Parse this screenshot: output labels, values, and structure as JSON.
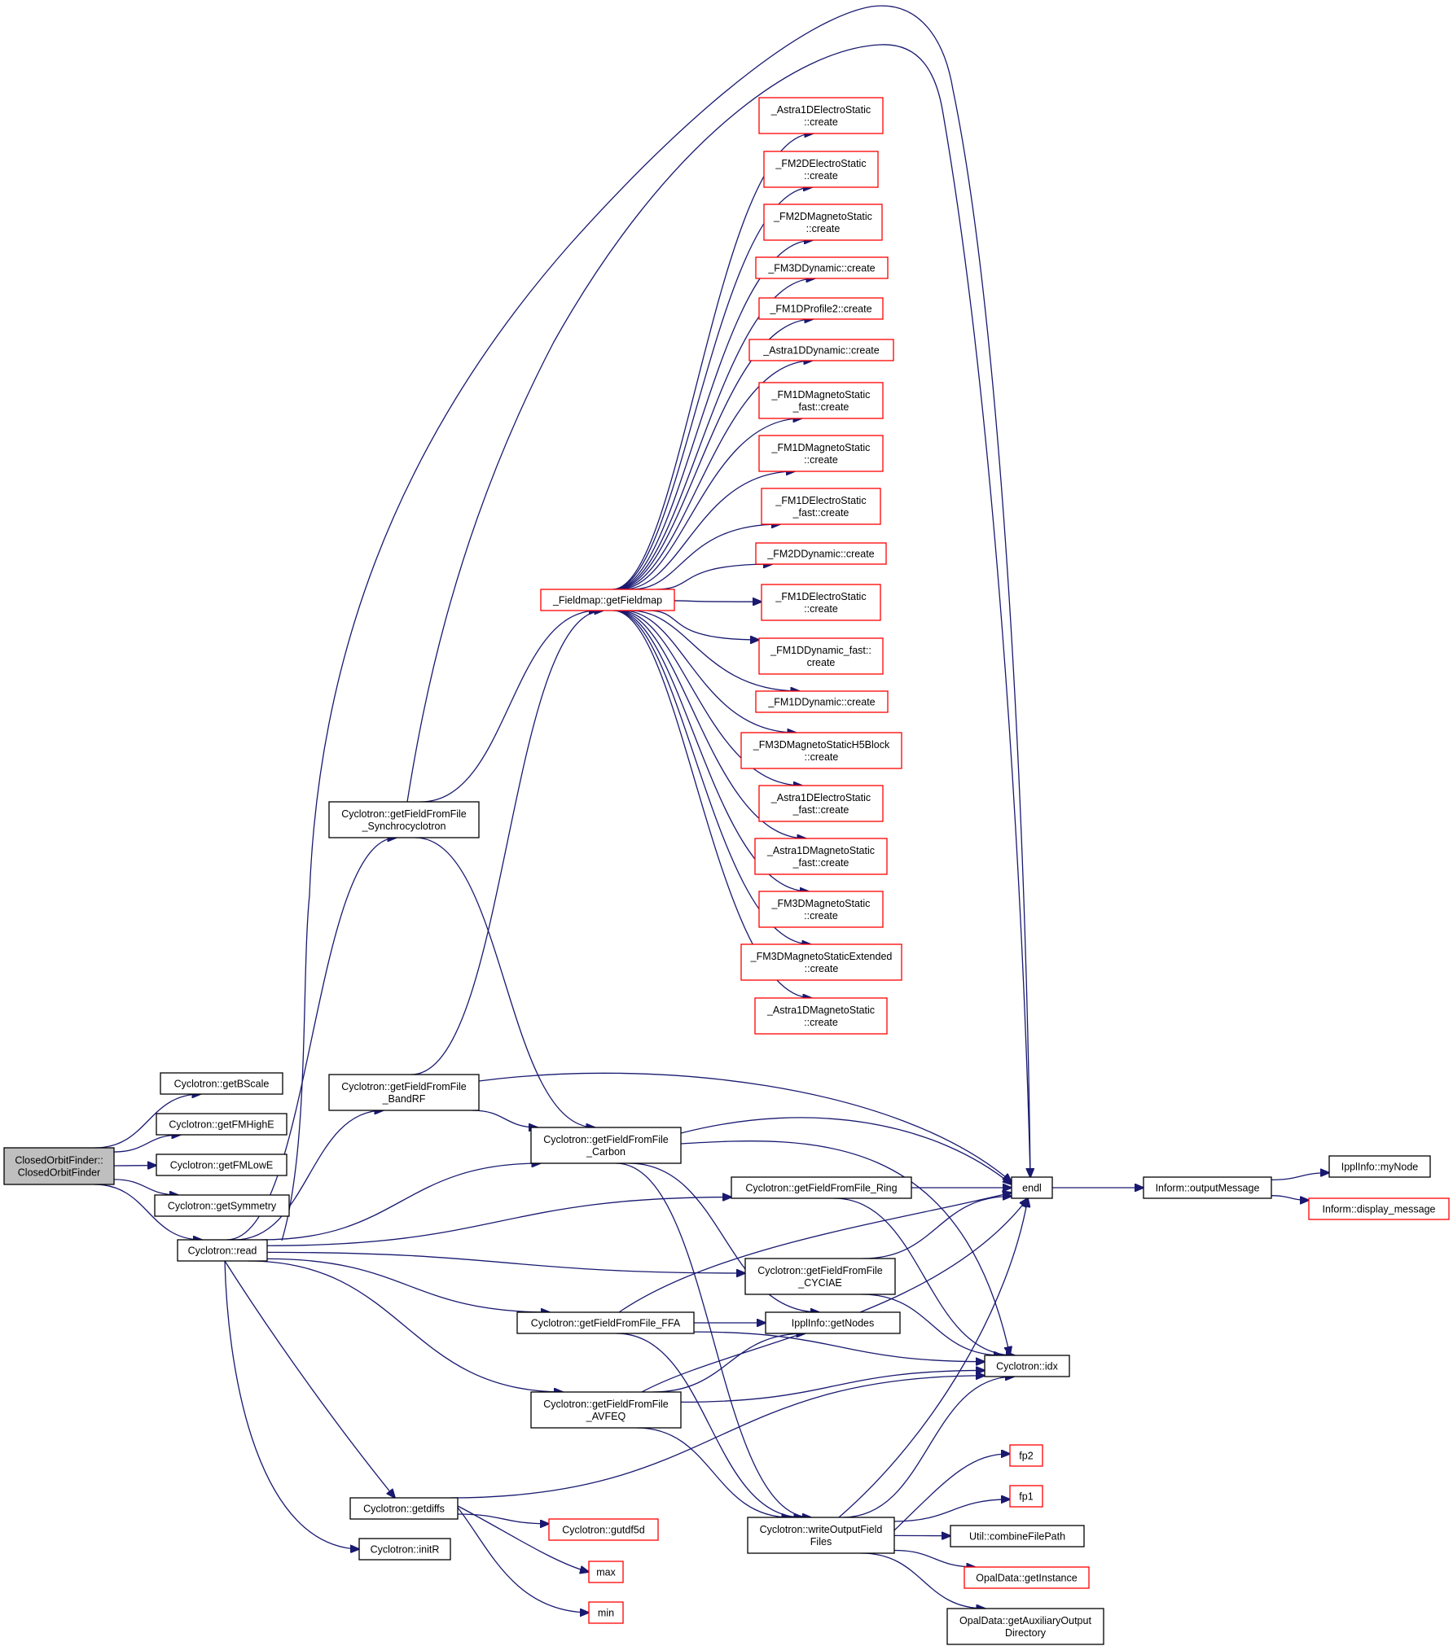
{
  "colors": {
    "edge": "#191970",
    "node_border": "#000000",
    "node_border_incomplete": "#ff0000",
    "root_fill": "#bfbfbf",
    "background": "#ffffff"
  },
  "nodes": [
    {
      "id": "root",
      "lines": [
        "ClosedOrbitFinder::",
        "ClosedOrbitFinder"
      ],
      "style": "root"
    },
    {
      "id": "getBScale",
      "lines": [
        "Cyclotron::getBScale"
      ],
      "style": "normal"
    },
    {
      "id": "getFMHighE",
      "lines": [
        "Cyclotron::getFMHighE"
      ],
      "style": "normal"
    },
    {
      "id": "getFMLowE",
      "lines": [
        "Cyclotron::getFMLowE"
      ],
      "style": "normal"
    },
    {
      "id": "getSymmetry",
      "lines": [
        "Cyclotron::getSymmetry"
      ],
      "style": "normal"
    },
    {
      "id": "read",
      "lines": [
        "Cyclotron::read"
      ],
      "style": "normal"
    },
    {
      "id": "syncro",
      "lines": [
        "Cyclotron::getFieldFromFile",
        "_Synchrocyclotron"
      ],
      "style": "normal"
    },
    {
      "id": "bandrf",
      "lines": [
        "Cyclotron::getFieldFromFile",
        "_BandRF"
      ],
      "style": "normal"
    },
    {
      "id": "carbon",
      "lines": [
        "Cyclotron::getFieldFromFile",
        "_Carbon"
      ],
      "style": "normal"
    },
    {
      "id": "ring",
      "lines": [
        "Cyclotron::getFieldFromFile_Ring"
      ],
      "style": "normal"
    },
    {
      "id": "cyciae",
      "lines": [
        "Cyclotron::getFieldFromFile",
        "_CYCIAE"
      ],
      "style": "normal"
    },
    {
      "id": "ffa",
      "lines": [
        "Cyclotron::getFieldFromFile_FFA"
      ],
      "style": "normal"
    },
    {
      "id": "avfeq",
      "lines": [
        "Cyclotron::getFieldFromFile",
        "_AVFEQ"
      ],
      "style": "normal"
    },
    {
      "id": "getdiffs",
      "lines": [
        "Cyclotron::getdiffs"
      ],
      "style": "normal"
    },
    {
      "id": "initR",
      "lines": [
        "Cyclotron::initR"
      ],
      "style": "normal"
    },
    {
      "id": "fieldmap",
      "lines": [
        "_Fieldmap::getFieldmap"
      ],
      "style": "red"
    },
    {
      "id": "fm_astra1des",
      "lines": [
        "_Astra1DElectroStatic",
        "::create"
      ],
      "style": "red"
    },
    {
      "id": "fm_fm2des",
      "lines": [
        "_FM2DElectroStatic",
        "::create"
      ],
      "style": "red"
    },
    {
      "id": "fm_fm2dms",
      "lines": [
        "_FM2DMagnetoStatic",
        "::create"
      ],
      "style": "red"
    },
    {
      "id": "fm_fm3ddyn",
      "lines": [
        "_FM3DDynamic::create"
      ],
      "style": "red"
    },
    {
      "id": "fm_fm1dprof2",
      "lines": [
        "_FM1DProfile2::create"
      ],
      "style": "red"
    },
    {
      "id": "fm_astra1ddyn",
      "lines": [
        "_Astra1DDynamic::create"
      ],
      "style": "red"
    },
    {
      "id": "fm_fm1dmsfast",
      "lines": [
        "_FM1DMagnetoStatic",
        "_fast::create"
      ],
      "style": "red"
    },
    {
      "id": "fm_fm1dms",
      "lines": [
        "_FM1DMagnetoStatic",
        "::create"
      ],
      "style": "red"
    },
    {
      "id": "fm_fm1desfast",
      "lines": [
        "_FM1DElectroStatic",
        "_fast::create"
      ],
      "style": "red"
    },
    {
      "id": "fm_fm2ddyn",
      "lines": [
        "_FM2DDynamic::create"
      ],
      "style": "red"
    },
    {
      "id": "fm_fm1des",
      "lines": [
        "_FM1DElectroStatic",
        "::create"
      ],
      "style": "red"
    },
    {
      "id": "fm_fm1ddynfast",
      "lines": [
        "_FM1DDynamic_fast::",
        "create"
      ],
      "style": "red"
    },
    {
      "id": "fm_fm1ddyn",
      "lines": [
        "_FM1DDynamic::create"
      ],
      "style": "red"
    },
    {
      "id": "fm_fm3dmsh5",
      "lines": [
        "_FM3DMagnetoStaticH5Block",
        "::create"
      ],
      "style": "red"
    },
    {
      "id": "fm_astra1desfast",
      "lines": [
        "_Astra1DElectroStatic",
        "_fast::create"
      ],
      "style": "red"
    },
    {
      "id": "fm_astra1dmsfast",
      "lines": [
        "_Astra1DMagnetoStatic",
        "_fast::create"
      ],
      "style": "red"
    },
    {
      "id": "fm_fm3dms",
      "lines": [
        "_FM3DMagnetoStatic",
        "::create"
      ],
      "style": "red"
    },
    {
      "id": "fm_fm3dmsext",
      "lines": [
        "_FM3DMagnetoStaticExtended",
        "::create"
      ],
      "style": "red"
    },
    {
      "id": "fm_astra1dms",
      "lines": [
        "_Astra1DMagnetoStatic",
        "::create"
      ],
      "style": "red"
    },
    {
      "id": "endl",
      "lines": [
        "endl"
      ],
      "style": "normal"
    },
    {
      "id": "outputMessage",
      "lines": [
        "Inform::outputMessage"
      ],
      "style": "normal"
    },
    {
      "id": "myNode",
      "lines": [
        "IpplInfo::myNode"
      ],
      "style": "normal"
    },
    {
      "id": "display_message",
      "lines": [
        "Inform::display_message"
      ],
      "style": "red"
    },
    {
      "id": "getNodes",
      "lines": [
        "IpplInfo::getNodes"
      ],
      "style": "normal"
    },
    {
      "id": "idx",
      "lines": [
        "Cyclotron::idx"
      ],
      "style": "normal"
    },
    {
      "id": "fp2",
      "lines": [
        "fp2"
      ],
      "style": "red"
    },
    {
      "id": "fp1",
      "lines": [
        "fp1"
      ],
      "style": "red"
    },
    {
      "id": "writeOutput",
      "lines": [
        "Cyclotron::writeOutputField",
        "Files"
      ],
      "style": "normal"
    },
    {
      "id": "combineFilePath",
      "lines": [
        "Util::combineFilePath"
      ],
      "style": "normal"
    },
    {
      "id": "getInstance",
      "lines": [
        "OpalData::getInstance"
      ],
      "style": "red"
    },
    {
      "id": "getAuxDir",
      "lines": [
        "OpalData::getAuxiliaryOutput",
        "Directory"
      ],
      "style": "normal"
    },
    {
      "id": "gutdf5d",
      "lines": [
        "Cyclotron::gutdf5d"
      ],
      "style": "red"
    },
    {
      "id": "max",
      "lines": [
        "max"
      ],
      "style": "red"
    },
    {
      "id": "min",
      "lines": [
        "min"
      ],
      "style": "red"
    }
  ],
  "edges": [
    [
      "root",
      "getBScale"
    ],
    [
      "root",
      "getFMHighE"
    ],
    [
      "root",
      "getFMLowE"
    ],
    [
      "root",
      "getSymmetry"
    ],
    [
      "root",
      "read"
    ],
    [
      "read",
      "syncro"
    ],
    [
      "read",
      "bandrf"
    ],
    [
      "read",
      "carbon"
    ],
    [
      "read",
      "ring"
    ],
    [
      "read",
      "cyciae"
    ],
    [
      "read",
      "ffa"
    ],
    [
      "read",
      "avfeq"
    ],
    [
      "read",
      "getdiffs"
    ],
    [
      "read",
      "initR"
    ],
    [
      "read",
      "endl"
    ],
    [
      "syncro",
      "fieldmap"
    ],
    [
      "syncro",
      "carbon"
    ],
    [
      "syncro",
      "endl"
    ],
    [
      "bandrf",
      "fieldmap"
    ],
    [
      "bandrf",
      "carbon"
    ],
    [
      "bandrf",
      "endl"
    ],
    [
      "fieldmap",
      "fm_astra1des"
    ],
    [
      "fieldmap",
      "fm_fm2des"
    ],
    [
      "fieldmap",
      "fm_fm2dms"
    ],
    [
      "fieldmap",
      "fm_fm3ddyn"
    ],
    [
      "fieldmap",
      "fm_fm1dprof2"
    ],
    [
      "fieldmap",
      "fm_astra1ddyn"
    ],
    [
      "fieldmap",
      "fm_fm1dmsfast"
    ],
    [
      "fieldmap",
      "fm_fm1dms"
    ],
    [
      "fieldmap",
      "fm_fm1desfast"
    ],
    [
      "fieldmap",
      "fm_fm2ddyn"
    ],
    [
      "fieldmap",
      "fm_fm1des"
    ],
    [
      "fieldmap",
      "fm_fm1ddynfast"
    ],
    [
      "fieldmap",
      "fm_fm1ddyn"
    ],
    [
      "fieldmap",
      "fm_fm3dmsh5"
    ],
    [
      "fieldmap",
      "fm_astra1desfast"
    ],
    [
      "fieldmap",
      "fm_astra1dmsfast"
    ],
    [
      "fieldmap",
      "fm_fm3dms"
    ],
    [
      "fieldmap",
      "fm_fm3dmsext"
    ],
    [
      "fieldmap",
      "fm_astra1dms"
    ],
    [
      "carbon",
      "endl"
    ],
    [
      "carbon",
      "getNodes"
    ],
    [
      "carbon",
      "idx"
    ],
    [
      "carbon",
      "writeOutput"
    ],
    [
      "ring",
      "endl"
    ],
    [
      "ring",
      "idx"
    ],
    [
      "cyciae",
      "endl"
    ],
    [
      "cyciae",
      "idx"
    ],
    [
      "ffa",
      "getNodes"
    ],
    [
      "ffa",
      "endl"
    ],
    [
      "ffa",
      "idx"
    ],
    [
      "ffa",
      "writeOutput"
    ],
    [
      "avfeq",
      "getNodes"
    ],
    [
      "avfeq",
      "endl"
    ],
    [
      "avfeq",
      "idx"
    ],
    [
      "avfeq",
      "writeOutput"
    ],
    [
      "getdiffs",
      "idx"
    ],
    [
      "getdiffs",
      "gutdf5d"
    ],
    [
      "getdiffs",
      "max"
    ],
    [
      "getdiffs",
      "min"
    ],
    [
      "writeOutput",
      "endl"
    ],
    [
      "writeOutput",
      "idx"
    ],
    [
      "writeOutput",
      "fp2"
    ],
    [
      "writeOutput",
      "fp1"
    ],
    [
      "writeOutput",
      "combineFilePath"
    ],
    [
      "writeOutput",
      "getInstance"
    ],
    [
      "writeOutput",
      "getAuxDir"
    ],
    [
      "endl",
      "outputMessage"
    ],
    [
      "outputMessage",
      "myNode"
    ],
    [
      "outputMessage",
      "display_message"
    ]
  ]
}
